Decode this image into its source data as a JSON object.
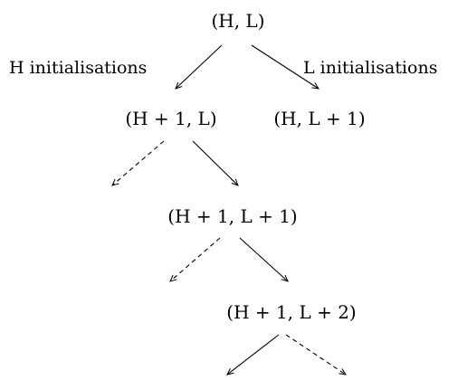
{
  "nodes": {
    "root": "(H, L)",
    "h1": "(H + 1, L)",
    "l1": "(H, L + 1)",
    "h1l1": "(H + 1, L + 1)",
    "h1l2": "(H + 1, L + 2)"
  },
  "edge_labels": {
    "h_init": "H initialisations",
    "l_init": "L initialisations"
  },
  "edge_styles": {
    "h_branch": "solid",
    "l_branch": "solid"
  }
}
